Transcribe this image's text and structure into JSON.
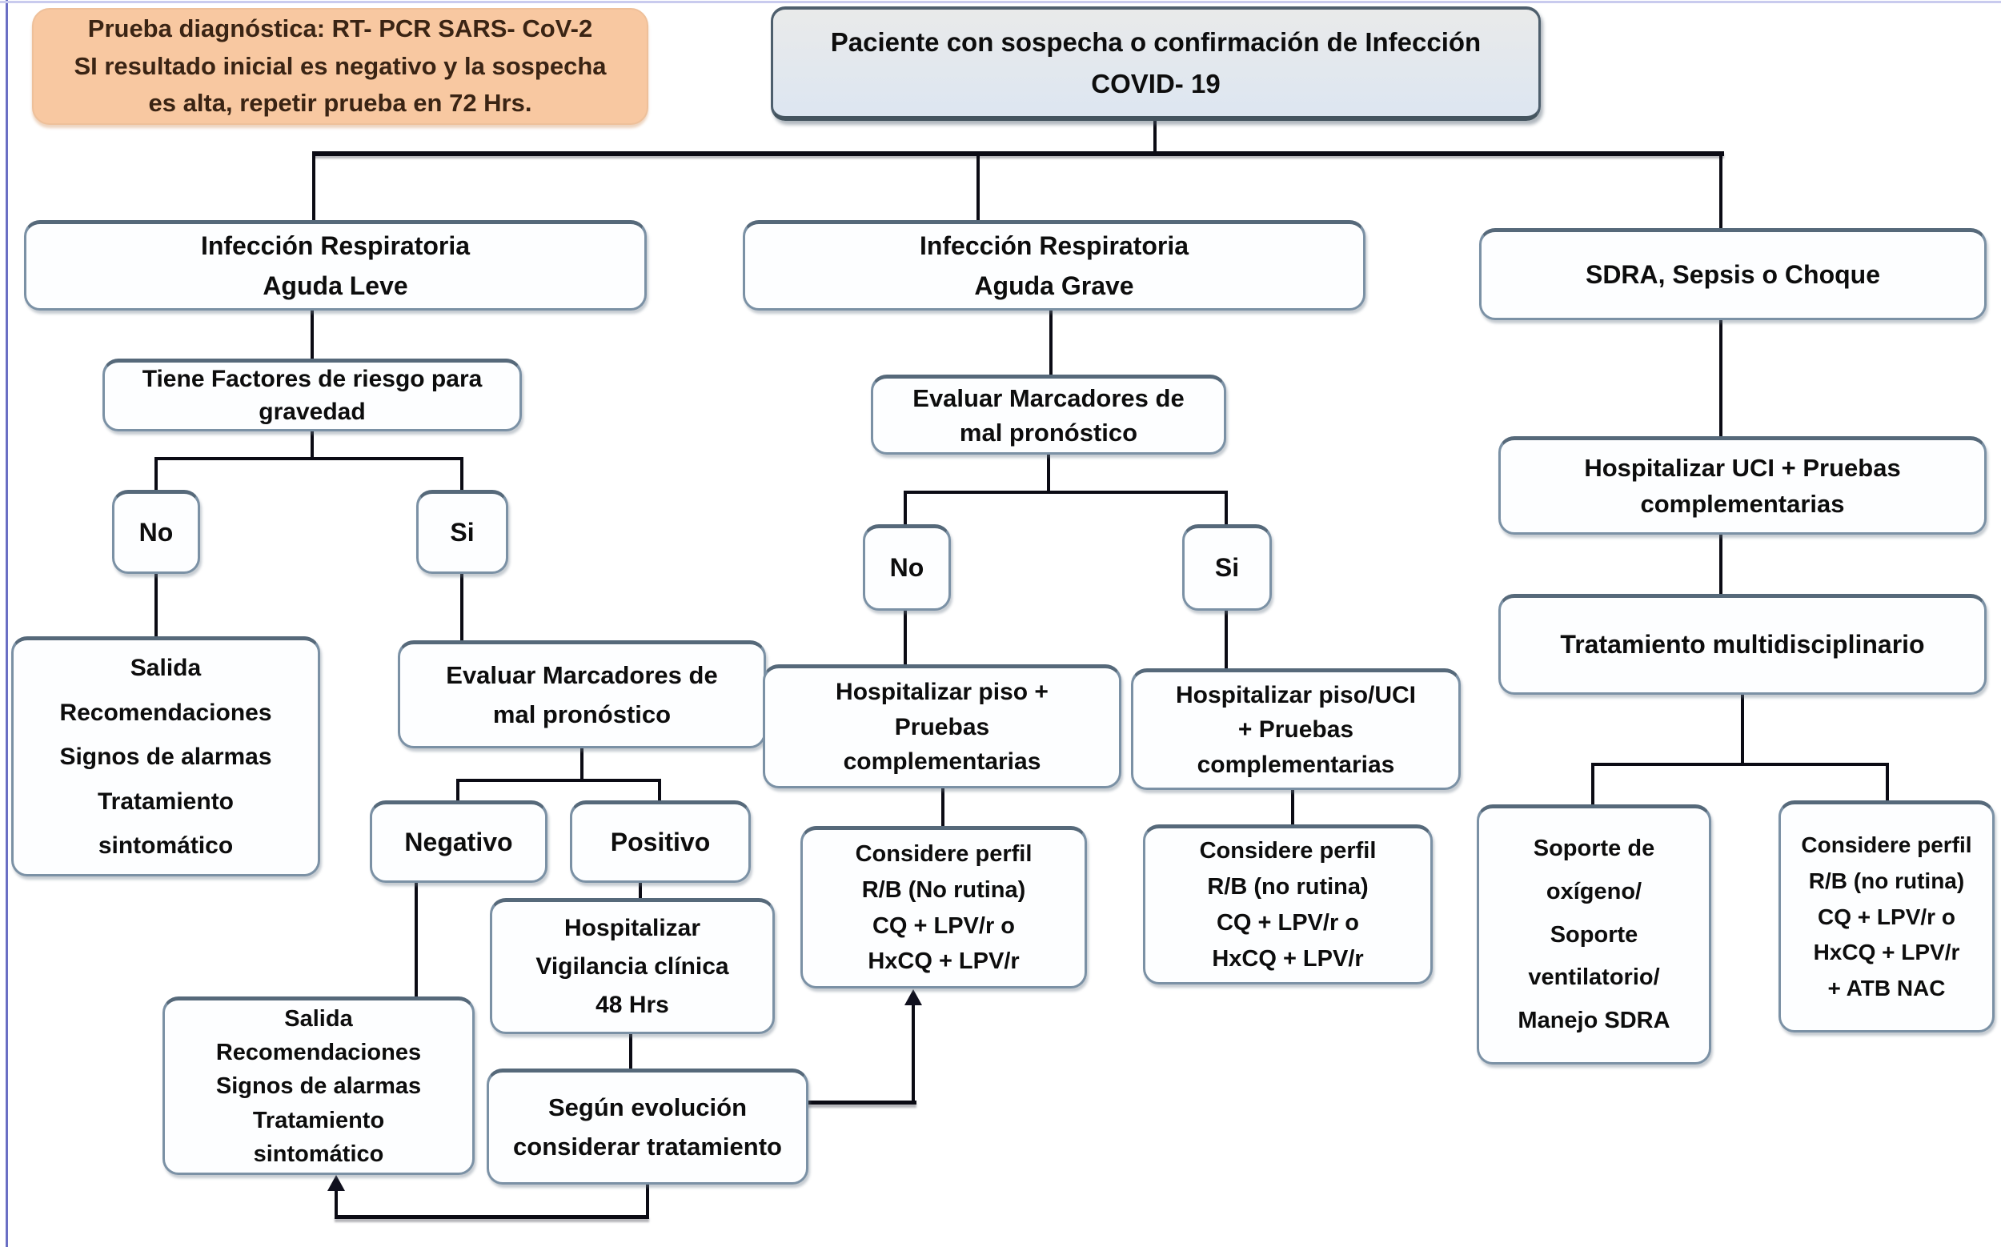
{
  "colors": {
    "note_bg": "#f8c8a1",
    "note_text": "#3a2414",
    "box_bg": "#fdfeff",
    "box_border": "#7b91a5",
    "box_border_dark": "#56697a",
    "root_bg_top": "#e9eaea",
    "root_bg_bottom": "#dde6f1",
    "root_border": "#4e5f6d",
    "line": "#0b0b14",
    "page_edge_left": "#6a6fc4",
    "page_edge_top": "#c9cbee"
  },
  "nodes": {
    "note": {
      "label": "Prueba diagnóstica: RT- PCR SARS- CoV-2\nSI resultado inicial es negativo y la sospecha\nes alta, repetir prueba en 72 Hrs."
    },
    "root": {
      "label": "Paciente con sospecha o confirmación de Infección\nCOVID- 19"
    },
    "ira_leve": {
      "label": "Infección Respiratoria\nAguda Leve"
    },
    "factores_riesgo": {
      "label": "Tiene Factores de riesgo para\ngravedad"
    },
    "l_no": {
      "label": "No"
    },
    "l_si": {
      "label": "Si"
    },
    "salida_1": {
      "label": "Salida\nRecomendaciones\nSignos de alarmas\nTratamiento\nsintomático"
    },
    "evaluar_marcadores_l": {
      "label": "Evaluar Marcadores de\nmal pronóstico"
    },
    "negativo": {
      "label": "Negativo"
    },
    "positivo": {
      "label": "Positivo"
    },
    "salida_2": {
      "label": "Salida\nRecomendaciones\nSignos de alarmas\nTratamiento\nsintomático"
    },
    "hospitalizar_vigilancia": {
      "label": "Hospitalizar\nVigilancia clínica\n48 Hrs"
    },
    "segun_evolucion": {
      "label": "Según evolución\nconsiderar tratamiento"
    },
    "ira_grave": {
      "label": "Infección Respiratoria\nAguda Grave"
    },
    "evaluar_marcadores_m": {
      "label": "Evaluar Marcadores de\nmal pronóstico"
    },
    "m_no": {
      "label": "No"
    },
    "m_si": {
      "label": "Si"
    },
    "hospitalizar_piso": {
      "label": "Hospitalizar piso +\nPruebas\ncomplementarias"
    },
    "hospitalizar_piso_uci": {
      "label": "Hospitalizar piso/UCI\n+ Pruebas\ncomplementarias"
    },
    "considere_perfil_no": {
      "label": "Considere perfil\nR/B (No rutina)\nCQ + LPV/r o\nHxCQ + LPV/r"
    },
    "considere_perfil_si": {
      "label": "Considere perfil\nR/B  (no rutina)\nCQ + LPV/r o\nHxCQ + LPV/r"
    },
    "sdra_sepsis": {
      "label": "SDRA, Sepsis o Choque"
    },
    "hospitalizar_uci": {
      "label": "Hospitalizar UCI + Pruebas\ncomplementarias"
    },
    "tratamiento_multi": {
      "label": "Tratamiento multidisciplinario"
    },
    "soporte": {
      "label": "Soporte de\noxígeno/\nSoporte\nventilatorio/\nManejo SDRA"
    },
    "considere_perfil_atb": {
      "label": "Considere perfil\nR/B (no rutina)\nCQ + LPV/r o\nHxCQ + LPV/r\n+ ATB NAC"
    }
  }
}
